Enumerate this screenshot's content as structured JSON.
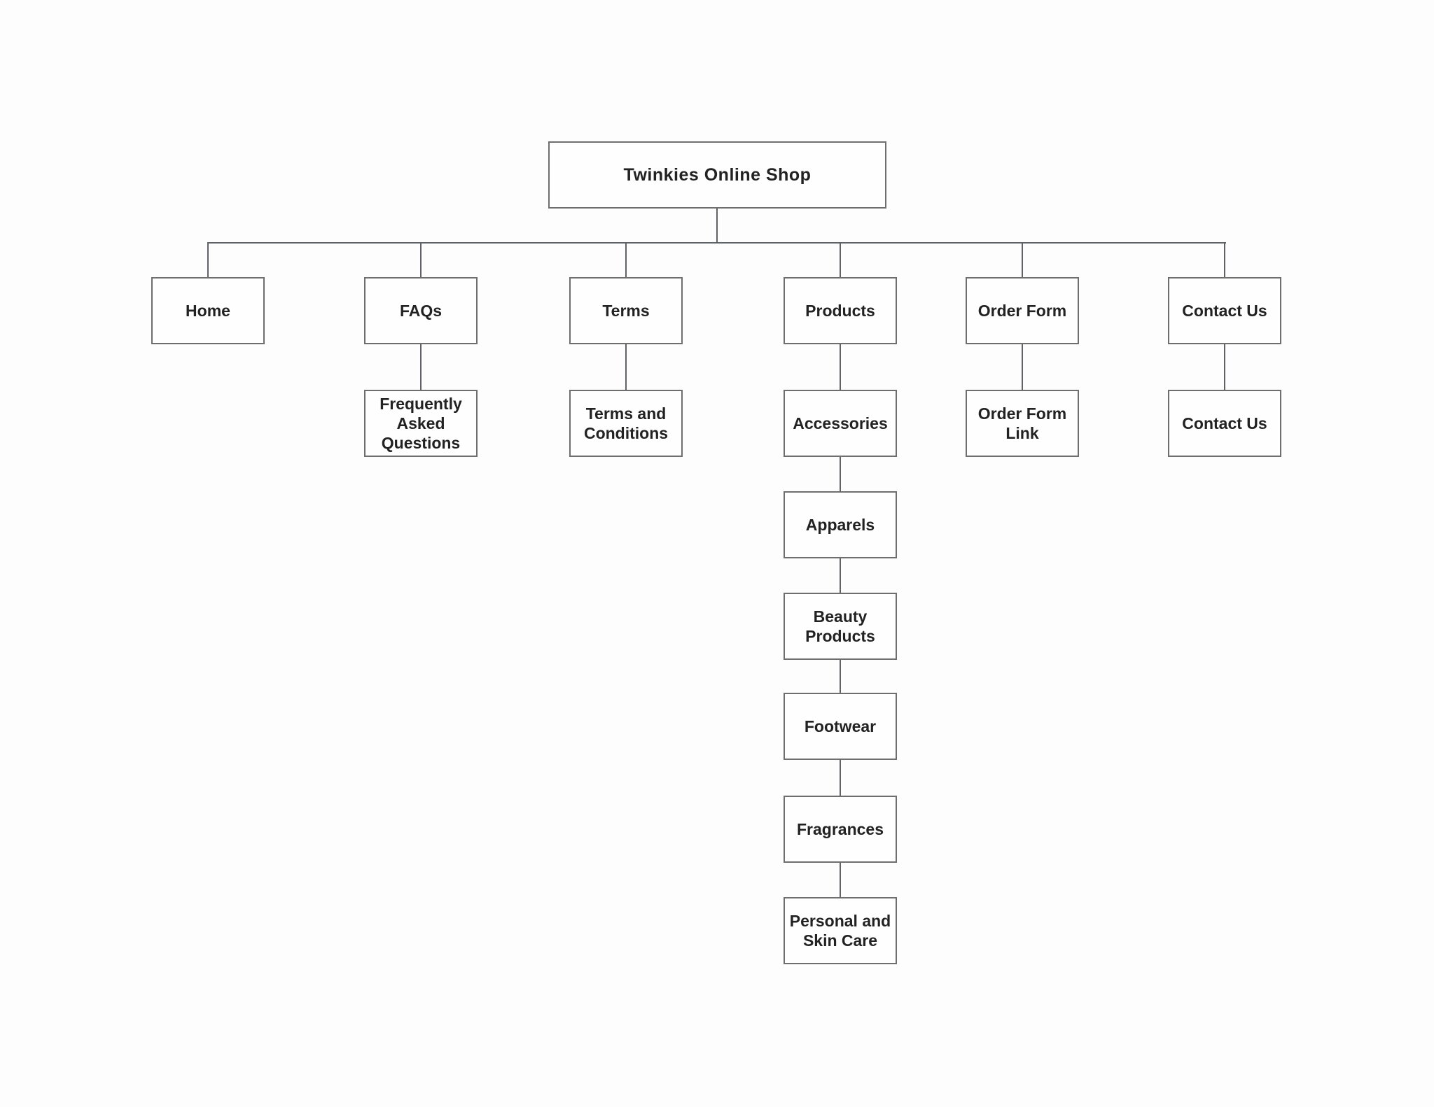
{
  "diagram": {
    "type": "sitemap-flowchart",
    "colors": {
      "background": "#fdfdfd",
      "box_fill": "#fefefe",
      "box_border": "#6e6e6e",
      "connector_line": "#5f6368",
      "text": "#222222"
    },
    "nodes": {
      "root": {
        "label": "Twinkies Online Shop"
      },
      "home": {
        "label": "Home"
      },
      "faqs": {
        "label": "FAQs"
      },
      "terms": {
        "label": "Terms"
      },
      "products": {
        "label": "Products"
      },
      "order_form": {
        "label": "Order Form"
      },
      "contact_us": {
        "label": "Contact Us"
      },
      "faq_page": {
        "label": "Frequently Asked Questions"
      },
      "terms_page": {
        "label": "Terms and Conditions"
      },
      "accessories": {
        "label": "Accessories"
      },
      "order_form_link": {
        "label": "Order Form Link"
      },
      "contact_us_page": {
        "label": "Contact Us"
      },
      "apparels": {
        "label": "Apparels"
      },
      "beauty_products": {
        "label": "Beauty Products"
      },
      "footwear": {
        "label": "Footwear"
      },
      "fragrances": {
        "label": "Fragrances"
      },
      "personal_skin_care": {
        "label": "Personal and Skin Care"
      }
    },
    "edges": [
      [
        "root",
        "home"
      ],
      [
        "root",
        "faqs"
      ],
      [
        "root",
        "terms"
      ],
      [
        "root",
        "products"
      ],
      [
        "root",
        "order_form"
      ],
      [
        "root",
        "contact_us"
      ],
      [
        "faqs",
        "faq_page"
      ],
      [
        "terms",
        "terms_page"
      ],
      [
        "products",
        "accessories"
      ],
      [
        "order_form",
        "order_form_link"
      ],
      [
        "contact_us",
        "contact_us_page"
      ],
      [
        "accessories",
        "apparels"
      ],
      [
        "apparels",
        "beauty_products"
      ],
      [
        "beauty_products",
        "footwear"
      ],
      [
        "footwear",
        "fragrances"
      ],
      [
        "fragrances",
        "personal_skin_care"
      ]
    ]
  }
}
